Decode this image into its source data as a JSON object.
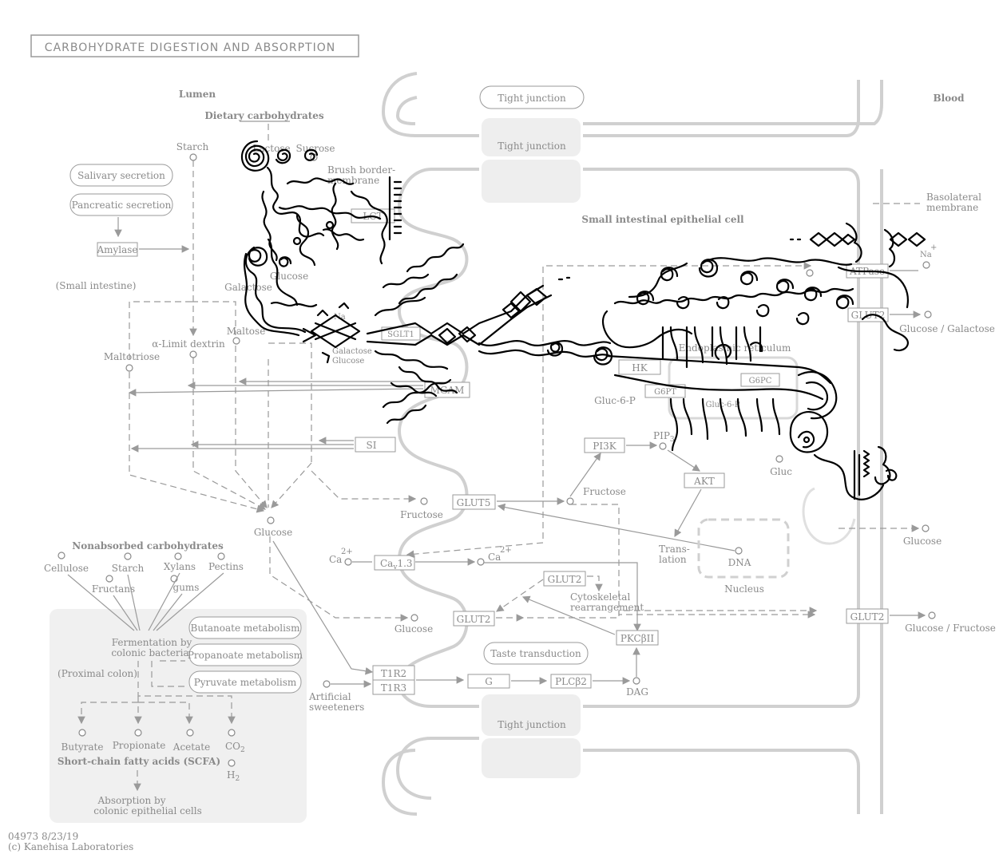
{
  "title": "CARBOHYDRATE DIGESTION AND ABSORPTION",
  "regions": {
    "lumen": "Lumen",
    "blood": "Blood",
    "cell": "Small intestinal epithelial cell",
    "basolateral": [
      "Basolateral",
      "membrane"
    ],
    "brush_border": [
      "Brush border-",
      "membrane"
    ],
    "small_intestine": "(Small intestine)",
    "proximal_colon": "(Proximal colon)",
    "nucleus": "Nucleus",
    "er": "Endoplasmic reticulum"
  },
  "tight_junctions": [
    "Tight junction",
    "Tight junction",
    "Tight junction"
  ],
  "dietary": {
    "header": "Dietary carbohydrates",
    "starch": "Starch",
    "lactose": "Lactose",
    "sucrose": "Sucrose"
  },
  "secretions": [
    "Salivary secretion",
    "Pancreatic secretion"
  ],
  "enzymes": {
    "amylase": "Amylase",
    "lct": "LCT",
    "mgam": "MGAM",
    "si": "SI"
  },
  "compounds": {
    "galactose": "Galactose",
    "glucose_top": "Glucose",
    "maltose": "Maltose",
    "limit_dextrin": "α-Limit dextrin",
    "maltotriose": "Maltotriose",
    "glucose_lumen": "Glucose",
    "fructose_left": "Fructose",
    "fructose_right": "Fructose",
    "ca_left": "Ca",
    "ca_right": "Ca",
    "ca_sup": "2+",
    "glucose_glut2": "Glucose",
    "artificial_sweeteners": [
      "Artificial",
      "sweeteners"
    ],
    "na": "Na",
    "na_sup": "+",
    "gluc6p": "Gluc-6-P",
    "pip3": "PIP",
    "pip3_sub": "3",
    "dag": "DAG",
    "dna": "DNA",
    "gluc": "Gluc",
    "glucose_blood": "Glucose",
    "glucose_galactose": "Glucose / Galactose",
    "glucose_fructose": "Glucose / Fructose",
    "na_gal_glu": [
      "Na",
      "Galactose",
      "Glucose"
    ],
    "cyto": [
      "Cytoskeletal",
      "rearrangement"
    ],
    "translation": [
      "Trans-",
      "lation"
    ]
  },
  "proteins": {
    "sglt1": "SGLT1",
    "glut5": "GLUT5",
    "cav13": "Ca",
    "cav13_sub": "v",
    "cav13_suffix": "1.3",
    "glut2_mem": "GLUT2",
    "glut2_inner": "GLUT2",
    "glut2_baso": "GLUT2",
    "glut2_top": "GLUT2",
    "t1r2": "T1R2",
    "t1r3": "T1R3",
    "g": "G",
    "plcb2": "PLCβ2",
    "pkcb2": "PKCβII",
    "pi3k": "PI3K",
    "akt": "AKT",
    "hk": "HK",
    "atpase": "ATPase",
    "g6pt": "G6PT",
    "g6pc": "G6PC",
    "gluc6p_er": "Gluc-6-P"
  },
  "pathways": [
    "Taste transduction",
    "Butanoate metabolism",
    "Propanoate metabolism",
    "Pyruvate metabolism"
  ],
  "nonabsorbed": {
    "header": "Nonabsorbed carbohydrates",
    "cellulose": "Cellulose",
    "starch": "Starch",
    "xylans": "Xylans",
    "pectins": "Pectins",
    "fructans": "Fructans",
    "gums": "gums",
    "fermentation": [
      "Fermentation by",
      "colonic bacteria"
    ],
    "butyrate": "Butyrate",
    "propionate": "Propionate",
    "acetate": "Acetate",
    "co2": "CO",
    "co2_sub": "2",
    "h2": "H",
    "h2_sub": "2",
    "scfa": "Short-chain fatty acids (SCFA)",
    "absorption": [
      "Absorption by",
      "colonic epithelial cells"
    ]
  },
  "footer": [
    "04973 8/23/19",
    "(c) Kanehisa Laboratories"
  ],
  "ellipsis": "· · ·"
}
